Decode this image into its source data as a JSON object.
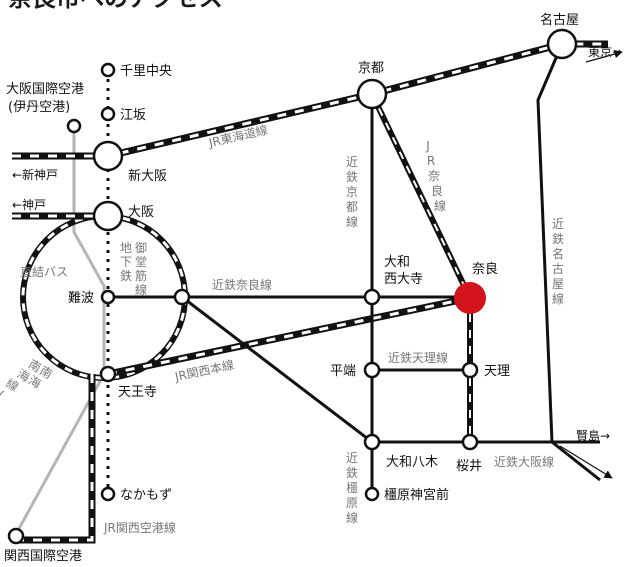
{
  "title": "奈良市へのアクセス",
  "colors": {
    "highlight_station": "#d3141c",
    "rail": "#111111",
    "shinkansen_fill": "#ffffff",
    "airport_line": "#b5b5b5",
    "line_label": "#777777"
  },
  "stations": {
    "nagoya": "名古屋",
    "kyoto": "京都",
    "senri_chuo": "千里中央",
    "esaka": "江坂",
    "itami_airport": "大阪国際空港\n(伊丹空港)",
    "shin_osaka": "新大阪",
    "osaka": "大阪",
    "namba": "難波",
    "yamato_saidaiji": "大和\n西大寺",
    "nara": "奈良",
    "hirahata": "平端",
    "tenri": "天理",
    "tennoji": "天王寺",
    "yamato_yagi": "大和八木",
    "sakurai": "桜井",
    "nakamozu": "なかもず",
    "kashihara_jingumae": "橿原神宮前",
    "kansai_airport": "関西国際空港"
  },
  "lines": {
    "jr_tokaido": "JR東海道線",
    "jr_nara": "JR奈良線",
    "kintetsu_kyoto": "近鉄京都線",
    "kintetsu_nagoya": "近鉄名古屋線",
    "kintetsu_nara": "近鉄奈良線",
    "kintetsu_tenri": "近鉄天理線",
    "jr_kansai_main": "JR関西本線",
    "kintetsu_kashihara": "近鉄橿原線",
    "kintetsu_osaka": "近鉄大阪線",
    "jr_kansai_airport": "JR関西空港線",
    "nankai": "南海\n南海線(空港線)",
    "midosuji": "地下鉄\n御堂筋線",
    "direct_bus": "直結バス"
  },
  "arrows": {
    "tokyo": "東京→",
    "shin_kobe": "←新神戸",
    "kobe": "←神戸",
    "toba": "賢島→"
  }
}
